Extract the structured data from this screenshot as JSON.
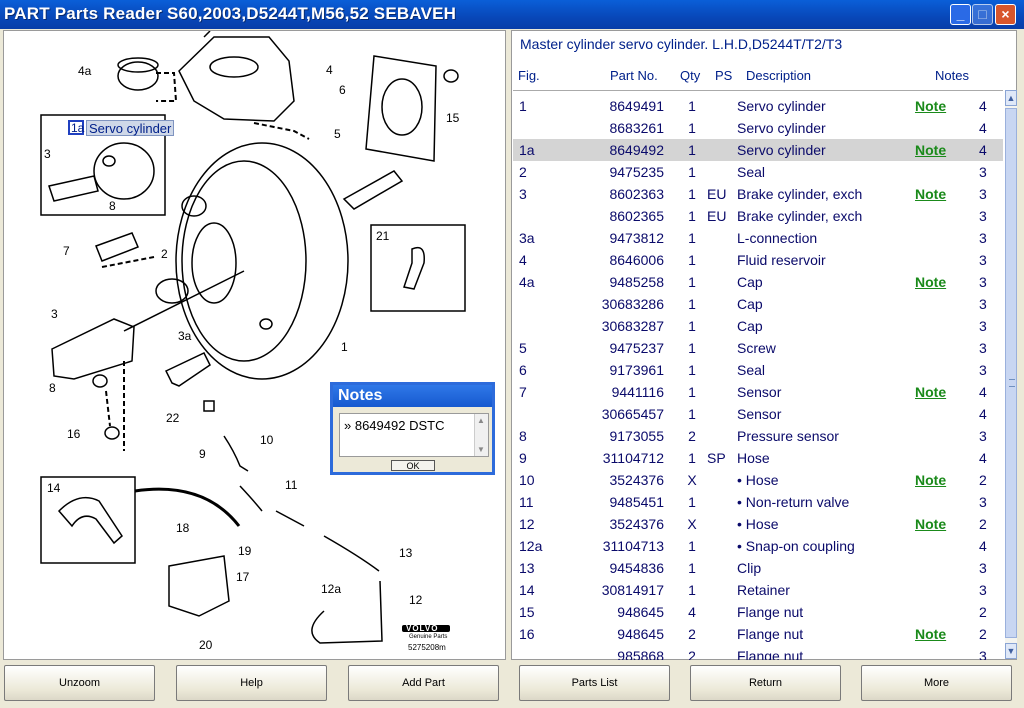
{
  "window": {
    "title": "PART Parts Reader S60,2003,D5244T,M56,52 SEBAVEH"
  },
  "diagram": {
    "callouts": [
      "4a",
      "4",
      "5",
      "6",
      "15",
      "3",
      "8",
      "7",
      "2",
      "21",
      "3",
      "8",
      "3a",
      "1",
      "22",
      "10",
      "9",
      "16",
      "14",
      "11",
      "13",
      "18",
      "19",
      "17",
      "12a",
      "12",
      "20"
    ],
    "highlight_fig": "1a",
    "highlight_label": "Servo cylinder",
    "brand_logo": "VOLVO",
    "brand_sub": "Genuine Parts",
    "drawing_number": "5275208m"
  },
  "notes_dialog": {
    "title": "Notes",
    "content": "» 8649492 DSTC",
    "ok_label": "OK"
  },
  "parts_list": {
    "heading": "Master cylinder servo cylinder. L.H.D,D5244T/T2/T3",
    "columns": {
      "fig": "Fig.",
      "part_no": "Part No.",
      "qty": "Qty",
      "ps": "PS",
      "description": "Description",
      "notes": "Notes"
    },
    "rows": [
      {
        "fig": "1",
        "part_no": "8649491",
        "qty": "1",
        "ps": "",
        "desc": "Servo cylinder",
        "note": "Note",
        "count": "4"
      },
      {
        "fig": "",
        "part_no": "8683261",
        "qty": "1",
        "ps": "",
        "desc": "Servo cylinder",
        "note": "",
        "count": "4"
      },
      {
        "fig": "1a",
        "part_no": "8649492",
        "qty": "1",
        "ps": "",
        "desc": "Servo cylinder",
        "note": "Note",
        "count": "4"
      },
      {
        "fig": "2",
        "part_no": "9475235",
        "qty": "1",
        "ps": "",
        "desc": "Seal",
        "note": "",
        "count": "3"
      },
      {
        "fig": "3",
        "part_no": "8602363",
        "qty": "1",
        "ps": "EU",
        "desc": "Brake cylinder, exch",
        "note": "Note",
        "count": "3"
      },
      {
        "fig": "",
        "part_no": "8602365",
        "qty": "1",
        "ps": "EU",
        "desc": "Brake cylinder, exch",
        "note": "",
        "count": "3"
      },
      {
        "fig": "3a",
        "part_no": "9473812",
        "qty": "1",
        "ps": "",
        "desc": "L-connection",
        "note": "",
        "count": "3"
      },
      {
        "fig": "4",
        "part_no": "8646006",
        "qty": "1",
        "ps": "",
        "desc": "Fluid reservoir",
        "note": "",
        "count": "3"
      },
      {
        "fig": "4a",
        "part_no": "9485258",
        "qty": "1",
        "ps": "",
        "desc": "Cap",
        "note": "Note",
        "count": "3"
      },
      {
        "fig": "",
        "part_no": "30683286",
        "qty": "1",
        "ps": "",
        "desc": "Cap",
        "note": "",
        "count": "3"
      },
      {
        "fig": "",
        "part_no": "30683287",
        "qty": "1",
        "ps": "",
        "desc": "Cap",
        "note": "",
        "count": "3"
      },
      {
        "fig": "5",
        "part_no": "9475237",
        "qty": "1",
        "ps": "",
        "desc": "Screw",
        "note": "",
        "count": "3"
      },
      {
        "fig": "6",
        "part_no": "9173961",
        "qty": "1",
        "ps": "",
        "desc": "Seal",
        "note": "",
        "count": "3"
      },
      {
        "fig": "7",
        "part_no": "9441116",
        "qty": "1",
        "ps": "",
        "desc": "Sensor",
        "note": "Note",
        "count": "4"
      },
      {
        "fig": "",
        "part_no": "30665457",
        "qty": "1",
        "ps": "",
        "desc": "Sensor",
        "note": "",
        "count": "4"
      },
      {
        "fig": "8",
        "part_no": "9173055",
        "qty": "2",
        "ps": "",
        "desc": "Pressure sensor",
        "note": "",
        "count": "3"
      },
      {
        "fig": "9",
        "part_no": "31104712",
        "qty": "1",
        "ps": "SP",
        "desc": "Hose",
        "note": "",
        "count": "4"
      },
      {
        "fig": "10",
        "part_no": "3524376",
        "qty": "X",
        "ps": "",
        "desc": "• Hose",
        "note": "Note",
        "count": "2"
      },
      {
        "fig": "11",
        "part_no": "9485451",
        "qty": "1",
        "ps": "",
        "desc": "• Non-return valve",
        "note": "",
        "count": "3"
      },
      {
        "fig": "12",
        "part_no": "3524376",
        "qty": "X",
        "ps": "",
        "desc": "• Hose",
        "note": "Note",
        "count": "2"
      },
      {
        "fig": "12a",
        "part_no": "31104713",
        "qty": "1",
        "ps": "",
        "desc": "• Snap-on coupling",
        "note": "",
        "count": "4"
      },
      {
        "fig": "13",
        "part_no": "9454836",
        "qty": "1",
        "ps": "",
        "desc": "Clip",
        "note": "",
        "count": "3"
      },
      {
        "fig": "14",
        "part_no": "30814917",
        "qty": "1",
        "ps": "",
        "desc": "Retainer",
        "note": "",
        "count": "3"
      },
      {
        "fig": "15",
        "part_no": "948645",
        "qty": "4",
        "ps": "",
        "desc": "Flange nut",
        "note": "",
        "count": "2"
      },
      {
        "fig": "16",
        "part_no": "948645",
        "qty": "2",
        "ps": "",
        "desc": "Flange nut",
        "note": "Note",
        "count": "2"
      },
      {
        "fig": "",
        "part_no": "985868",
        "qty": "2",
        "ps": "",
        "desc": "Flange nut",
        "note": "",
        "count": "3"
      }
    ]
  },
  "buttons": [
    "Unzoom",
    "Help",
    "Add Part",
    "Parts List",
    "Return",
    "More"
  ]
}
